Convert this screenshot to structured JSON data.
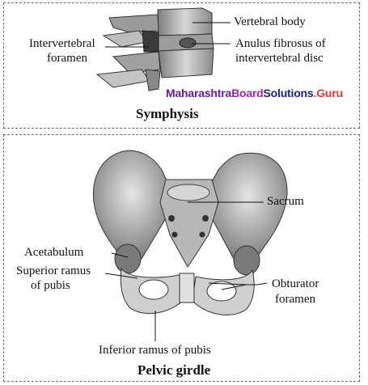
{
  "symphysis": {
    "title": "Symphysis",
    "labels": {
      "vertebral_body": "Vertebral body",
      "intervertebral_foramen_line1": "Intervertebral",
      "intervertebral_foramen_line2": "foramen",
      "anulus_line1": "Anulus fibrosus of",
      "anulus_line2": "intervertebral disc"
    }
  },
  "watermark": {
    "part1": "Maharashtra",
    "part2": "Board",
    "part3": "Solutions",
    "part4": ".Guru",
    "colors": {
      "part1": "#6a1b9a",
      "part2": "#9c27b0",
      "part3": "#1a237e",
      "part4": "#e53935"
    }
  },
  "pelvic_girdle": {
    "title": "Pelvic girdle",
    "labels": {
      "sacrum": "Sacrum",
      "acetabulum": "Acetabulum",
      "superior_ramus_line1": "Superior ramus",
      "superior_ramus_line2": "of pubis",
      "obturator_line1": "Obturator",
      "obturator_line2": "foramen",
      "inferior_ramus": "Inferior ramus of pubis"
    }
  }
}
